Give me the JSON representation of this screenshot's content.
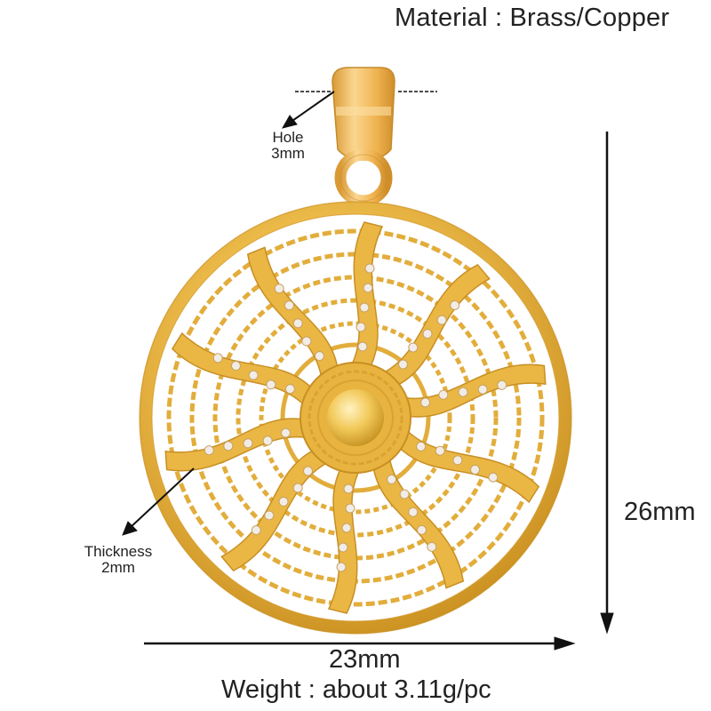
{
  "product": {
    "material_label": "Material : Brass/Copper",
    "hole": {
      "title": "Hole",
      "value": "3mm"
    },
    "thickness": {
      "title": "Thickness",
      "value": "2mm"
    },
    "height": "26mm",
    "width": "23mm",
    "weight_label": "Weight : about 3.11g/pc"
  },
  "colors": {
    "gold_light": "#f7d27a",
    "gold": "#e6b33e",
    "gold_dark": "#c48c1c",
    "stone": "#f1ece6",
    "line": "#111111",
    "text": "#222222",
    "background": "#ffffff"
  },
  "pendant": {
    "rays": 10,
    "stones_per_ray": 5,
    "wave_rings": 5
  }
}
